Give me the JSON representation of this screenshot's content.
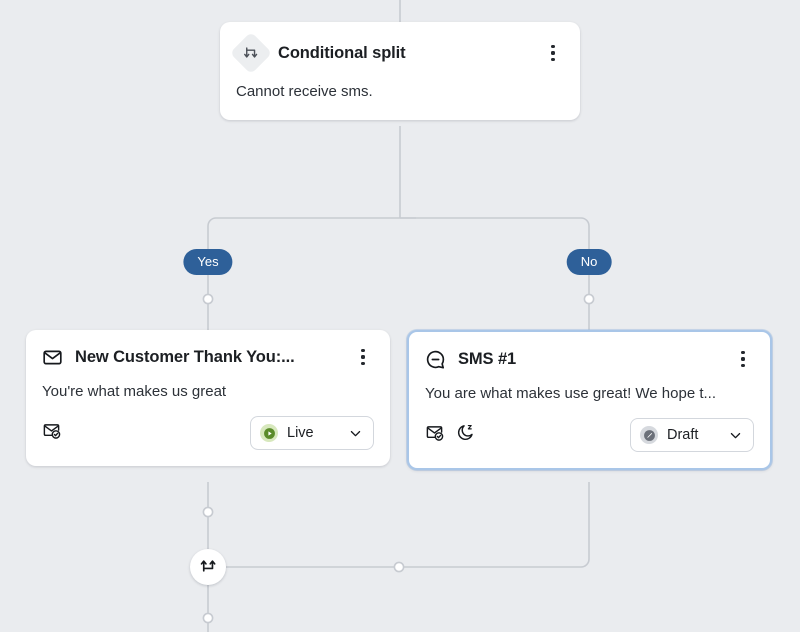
{
  "canvas": {
    "background_color": "#eaecef",
    "edge_color": "#c7cbd1",
    "accent_blue": "#2e6099",
    "selected_border": "#a9c6e8"
  },
  "nodes": {
    "conditional_split": {
      "icon": "conditional-split-icon",
      "title": "Conditional split",
      "body": "Cannot receive sms.",
      "menu": "kebab-menu-icon"
    },
    "email": {
      "icon": "envelope-icon",
      "title": "New Customer Thank You:...",
      "body": "You're what makes us great",
      "menu": "kebab-menu-icon",
      "foot_icons": [
        "envelope-check-icon"
      ],
      "status": {
        "label": "Live",
        "indicator": "play-circle-icon",
        "indicator_color": "#5a8b2a",
        "chevron": "chevron-down-icon"
      }
    },
    "sms": {
      "icon": "sms-bubble-icon",
      "title": "SMS #1",
      "body": "You are what makes use great! We hope t...",
      "menu": "kebab-menu-icon",
      "foot_icons": [
        "envelope-check-icon",
        "moon-quiet-hours-icon"
      ],
      "selected": true,
      "status": {
        "label": "Draft",
        "indicator": "pencil-circle-icon",
        "indicator_color": "#6b7079",
        "chevron": "chevron-down-icon"
      }
    },
    "merge": {
      "icon": "merge-paths-icon"
    }
  },
  "branches": {
    "yes": {
      "label": "Yes"
    },
    "no": {
      "label": "No"
    }
  }
}
